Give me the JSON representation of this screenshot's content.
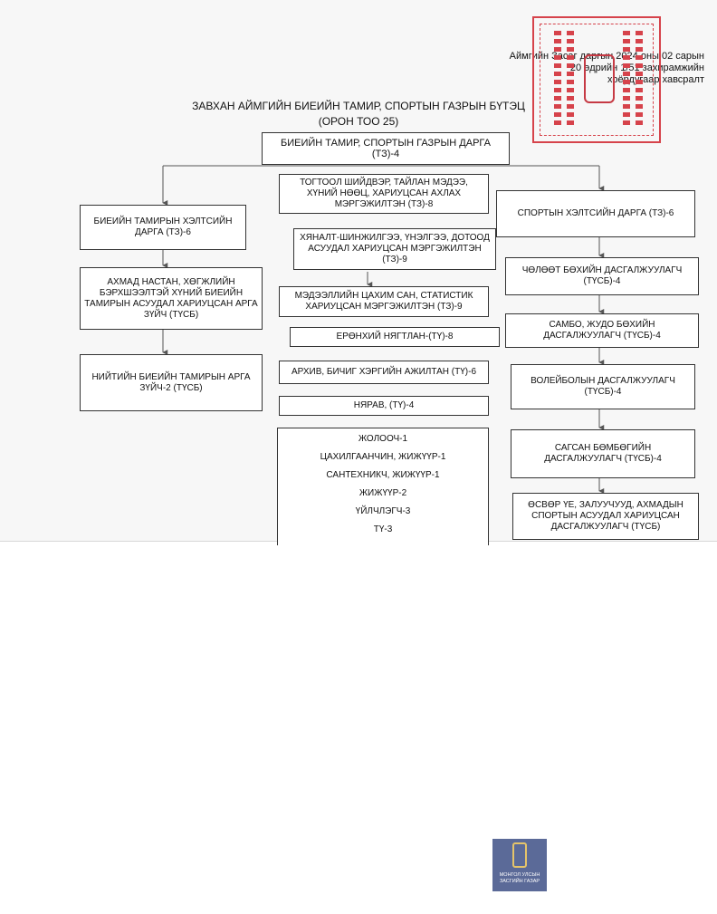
{
  "decree": {
    "line1": "Аймгийн Засаг даргын 2024 оны 02 сарын",
    "line2": "20 өдрийн 1/51 захирамжийн",
    "line3": "хоёрдугаар хавсралт"
  },
  "title": {
    "main": "ЗАВХАН АЙМГИЙН БИЕИЙН ТАМИР, СПОРТЫН ГАЗРЫН БҮТЭЦ",
    "sub": "(ОРОН ТОО 25)"
  },
  "head": "БИЕИЙН ТАМИР, СПОРТЫН ГАЗРЫН ДАРГА (ТЗ)-4",
  "left": [
    "БИЕИЙН ТАМИРЫН ХЭЛТСИЙН ДАРГА (ТЗ)-6",
    "АХМАД НАСТАН, ХӨГЖЛИЙН БЭРХШЭЭЛТЭЙ ХҮНИЙ БИЕИЙН ТАМИРЫН АСУУДАЛ ХАРИУЦСАН АРГА ЗҮЙЧ (ТҮСБ)",
    "НИЙТИЙН БИЕИЙН ТАМИРЫН АРГА ЗҮЙЧ-2 (ТҮСБ)"
  ],
  "center": [
    "ТОГТООЛ ШИЙДВЭР, ТАЙЛАН МЭДЭЭ, ХҮНИЙ НӨӨЦ, ХАРИУЦСАН АХЛАХ МЭРГЭЖИЛТЭН (ТЗ)-8",
    "ХЯНАЛТ-ШИНЖИЛГЭЭ, ҮНЭЛГЭЭ, ДОТООД АСУУДАЛ ХАРИУЦСАН МЭРГЭЖИЛТЭН (ТЗ)-9",
    "МЭДЭЭЛЛИЙН ЦАХИМ САН, СТАТИСТИК ХАРИУЦСАН МЭРГЭЖИЛТЭН (ТЗ)-9",
    "ЕРӨНХИЙ НЯГТЛАН-(ТҮ)-8",
    "АРХИВ, БИЧИГ ХЭРГИЙН АЖИЛТАН (ТҮ)-6",
    "НЯРАВ, (ТҮ)-4"
  ],
  "staff": [
    "ЖОЛООЧ-1",
    "ЦАХИЛГААНЧИН, ЖИЖҮҮР-1",
    "САНТЕХНИКЧ, ЖИЖҮҮР-1",
    "ЖИЖҮҮР-2",
    "ҮЙЛЧЛЭГЧ-3",
    "ТҮ-3"
  ],
  "right": [
    "СПОРТЫН ХЭЛТСИЙН ДАРГА (ТЗ)-6",
    "ЧӨЛӨӨТ БӨХИЙН ДАСГАЛЖУУЛАГЧ (ТҮСБ)-4",
    "САМБО, ЖУДО БӨХИЙН ДАСГАЛЖУУЛАГЧ (ТҮСБ)-4",
    "ВОЛЕЙБОЛЫН ДАСГАЛЖУУЛАГЧ (ТҮСБ)-4",
    "САГСАН БӨМБӨГИЙН ДАСГАЛЖУУЛАГЧ (ТҮСБ)-4",
    "ӨСВӨР ҮЕ, ЗАЛУУЧУУД, АХМАДЫН СПОРТЫН АСУУДАЛ ХАРИУЦСАН ДАСГАЛЖУУЛАГЧ (ТҮСБ)"
  ],
  "logo": {
    "caption": "МОНГОЛ УЛСЫН ЗАСГИЙН ГАЗАР"
  }
}
